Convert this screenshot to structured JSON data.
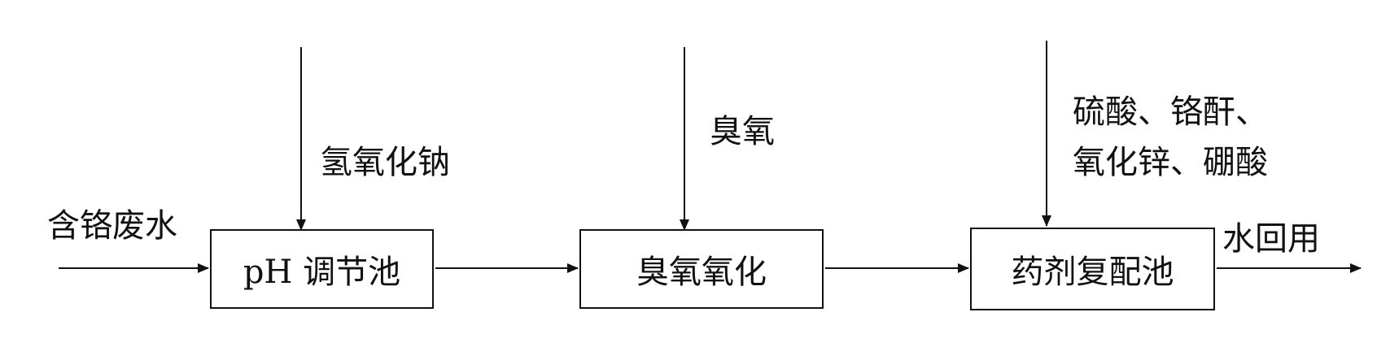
{
  "diagram": {
    "input_label": "含铬废水",
    "boxes": [
      {
        "label": "pH 调节池"
      },
      {
        "label": "臭氧氧化"
      },
      {
        "label": "药剂复配池"
      }
    ],
    "reagents": [
      {
        "lines": [
          "氢氧化钠"
        ]
      },
      {
        "lines": [
          "臭氧"
        ]
      },
      {
        "lines": [
          "硫酸、铬酐、",
          "氧化锌、硼酸"
        ]
      }
    ],
    "output_label": "水回用",
    "colors": {
      "line": "#111111",
      "background": "#ffffff"
    }
  }
}
